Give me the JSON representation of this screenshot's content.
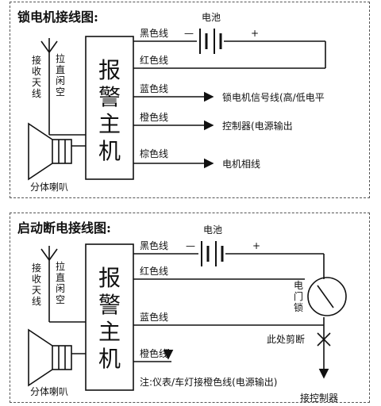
{
  "panel1": {
    "title": "锁电机接线图:",
    "battery_label": "电池",
    "battery_minus": "—",
    "battery_plus": "+",
    "antenna_label": [
      "接",
      "收",
      "天",
      "线"
    ],
    "pull_label": [
      "拉",
      "直",
      "闲",
      "空"
    ],
    "main_unit": [
      "报",
      "警",
      "主",
      "机"
    ],
    "speaker_label": "分体喇叭",
    "wires": [
      {
        "label": "黑色线"
      },
      {
        "label": "红色线"
      },
      {
        "label": "蓝色线",
        "target": "锁电机信号线(高/低电平"
      },
      {
        "label": "橙色线",
        "target": "控制器(电源输出"
      },
      {
        "label": "棕色线",
        "target": "电机相线"
      }
    ]
  },
  "panel2": {
    "title": "启动断电接线图:",
    "battery_label": "电池",
    "battery_minus": "—",
    "battery_plus": "+",
    "antenna_label": [
      "接",
      "收",
      "天",
      "线"
    ],
    "pull_label": [
      "拉",
      "直",
      "闲",
      "空"
    ],
    "main_unit": [
      "报",
      "警",
      "主",
      "机"
    ],
    "speaker_label": "分体喇叭",
    "wires": [
      {
        "label": "黑色线"
      },
      {
        "label": "红色线"
      },
      {
        "label": "蓝色线"
      },
      {
        "label": "橙色线"
      }
    ],
    "door_lock": [
      "电",
      "门",
      "锁"
    ],
    "cut_label": "此处剪断",
    "note": "注:仪表/车灯接橙色线(电源输出)",
    "controller": "接控制器"
  }
}
